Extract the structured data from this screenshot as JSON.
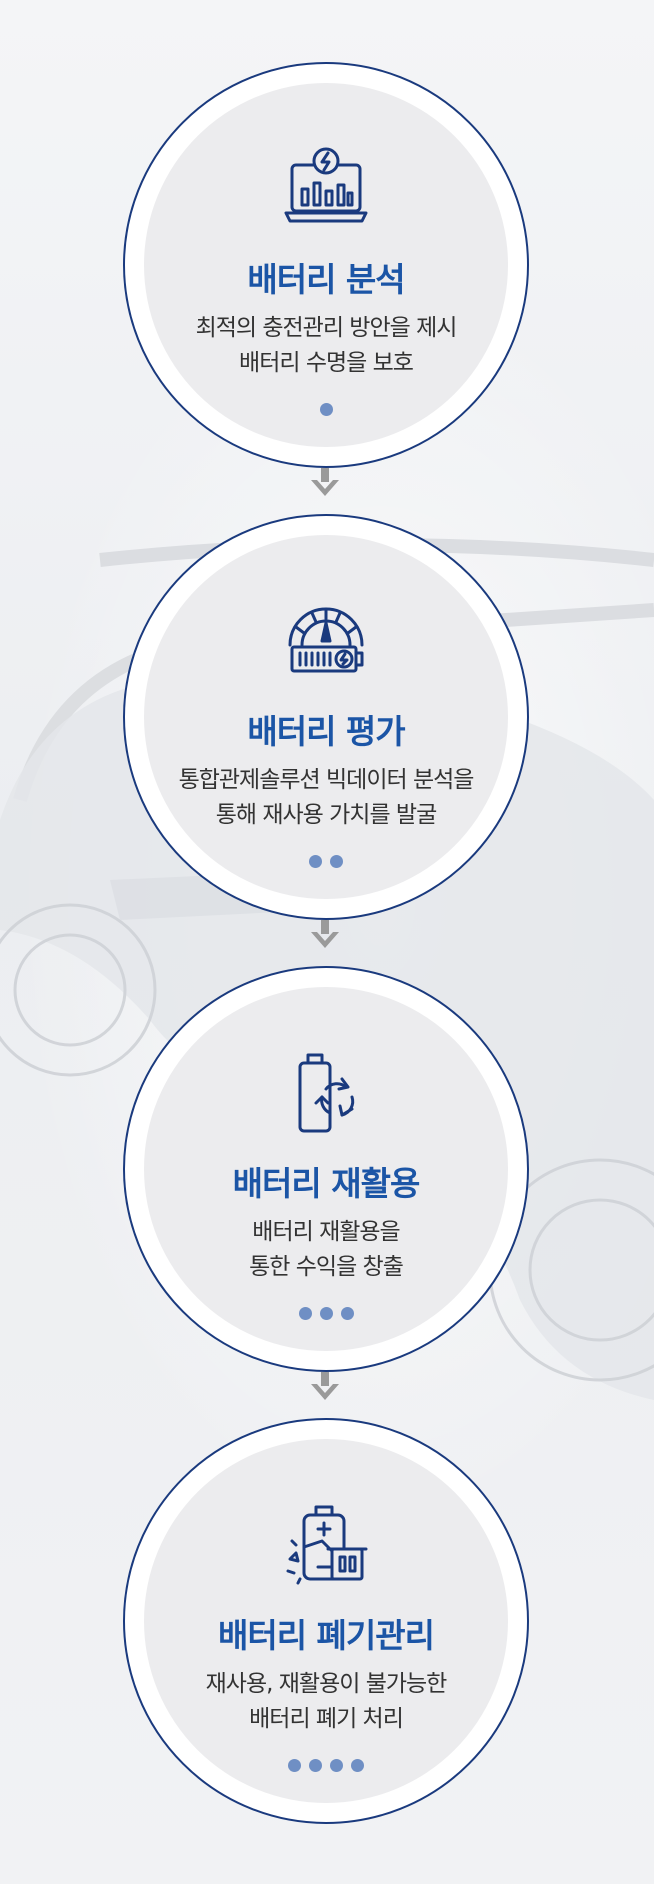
{
  "steps": [
    {
      "title": "배터리 분석",
      "desc": [
        "최적의 충전관리 방안을 제시",
        "배터리 수명을 보호"
      ],
      "dots": 1,
      "icon": "laptop-bolt-chart-icon"
    },
    {
      "title": "배터리 평가",
      "desc": [
        "통합관제솔루션 빅데이터 분석을",
        "통해 재사용 가치를 발굴"
      ],
      "dots": 2,
      "icon": "battery-gauge-icon"
    },
    {
      "title": "배터리 재활용",
      "desc": [
        "배터리 재활용을",
        "통한 수익을 창출"
      ],
      "dots": 3,
      "icon": "battery-recycle-icon"
    },
    {
      "title": "배터리 폐기관리",
      "desc": [
        "재사용, 재활용이 불가능한",
        "배터리 폐기 처리"
      ],
      "dots": 4,
      "icon": "battery-disposal-icon"
    }
  ],
  "colors": {
    "title": "#1b55a6",
    "ring": "#1a3a7e",
    "dot": "#6f8fc4",
    "arrow": "#9a9a9a"
  }
}
